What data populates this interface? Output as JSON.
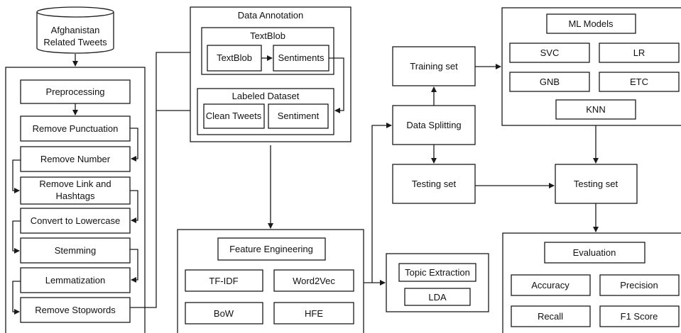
{
  "source": {
    "line1": "Afghanistan",
    "line2": "Related Tweets"
  },
  "preprocessing": {
    "title": "Preprocessing",
    "steps": [
      "Remove Punctuation",
      "Remove Number",
      "Remove Link and",
      "Hashtags",
      "Convert to Lowercase",
      "Stemming",
      "Lemmatization",
      "Remove Stopwords"
    ]
  },
  "annotation": {
    "title": "Data Annotation",
    "textblob_group": "TextBlob",
    "textblob": "TextBlob",
    "sentiments": "Sentiments",
    "labeled_group": "Labeled Dataset",
    "clean_tweets": "Clean Tweets",
    "sentiment": "Sentiment"
  },
  "feature_engineering": {
    "title": "Feature Engineering",
    "methods": [
      "TF-IDF",
      "Word2Vec",
      "BoW",
      "HFE"
    ]
  },
  "topic": {
    "title": "Topic Extraction",
    "method": "LDA"
  },
  "splitting": {
    "training": "Training set",
    "splitting": "Data Splitting",
    "testing": "Testing set"
  },
  "ml_models": {
    "title": "ML Models",
    "models": [
      "SVC",
      "LR",
      "GNB",
      "ETC",
      "KNN"
    ]
  },
  "testing_set": "Testing set",
  "evaluation": {
    "title": "Evaluation",
    "metrics": [
      "Accuracy",
      "Precision",
      "Recall",
      "F1 Score"
    ]
  }
}
